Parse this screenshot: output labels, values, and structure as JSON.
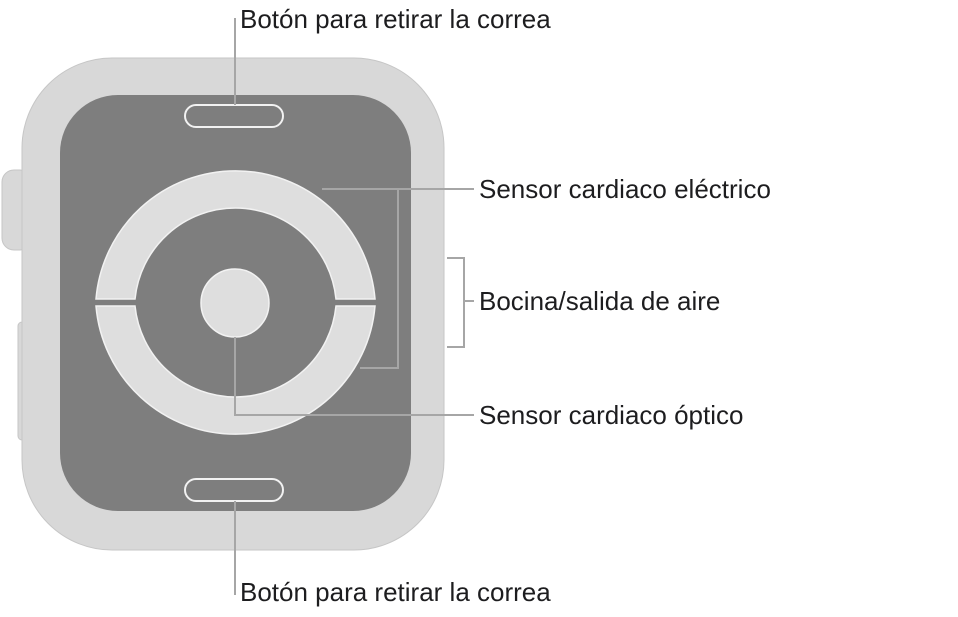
{
  "callouts": {
    "top_band_button": "Botón para retirar la correa",
    "electrical_sensor": "Sensor cardiaco eléctrico",
    "speaker_vent": "Bocina/salida de aire",
    "optical_sensor": "Sensor cardiaco óptico",
    "bottom_band_button": "Botón para retirar la correa"
  },
  "colors": {
    "case": "#d8d8d8",
    "case_edge": "#c6c6c6",
    "back_panel": "#7e7e7e",
    "sensor_ring": "#dedede",
    "sensor_outline": "#f2f2f2",
    "leader_line": "#a6a6a6",
    "label_text": "#1d1d1f"
  }
}
